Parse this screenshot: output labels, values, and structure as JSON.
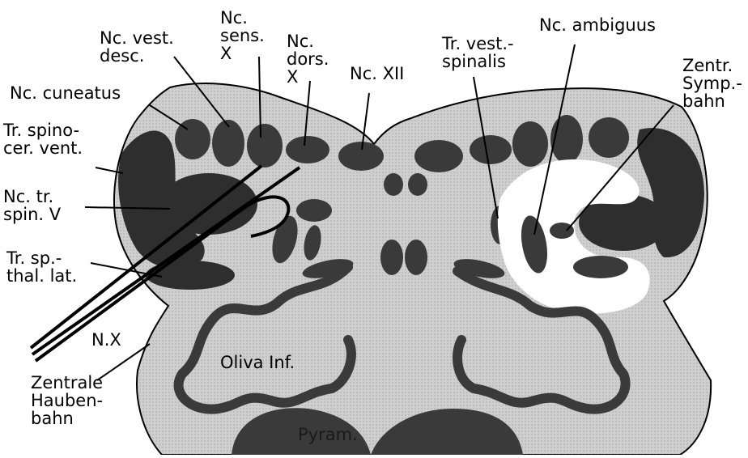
{
  "labels": {
    "nc_vest_desc": "Nc. vest.\ndesc.",
    "nc_sens_x": "Nc.\nsens.\nX",
    "nc_dors_x": "Nc.\ndors.\nX",
    "nc_xii": "Nc. XII",
    "tr_vest_spinalis": "Tr. vest.-\nspinalis",
    "nc_ambiguus": "Nc. ambiguus",
    "zentr_symp_bahn": "Zentr.\nSymp.-\nbahn",
    "nc_cuneatus": "Nc. cuneatus",
    "tr_spinocer_vent": "Tr. spino-\ncer. vent.",
    "nc_tr_spin_v": "Nc. tr.\nspin. V",
    "tr_sp_thal_lat": "Tr. sp.-\nthal. lat.",
    "n_x": "N.X",
    "zentrale_haubenbahn": "Zentrale\nHauben-\nbahn",
    "oliva_inf": "Oliva Inf.",
    "pyram": "Pyram."
  },
  "colors": {
    "tissue": "#c9c9c9",
    "nucleus": "#3a3a3a",
    "tract": "#2e2e2e",
    "lesion": "#ffffff",
    "line": "#000000"
  }
}
